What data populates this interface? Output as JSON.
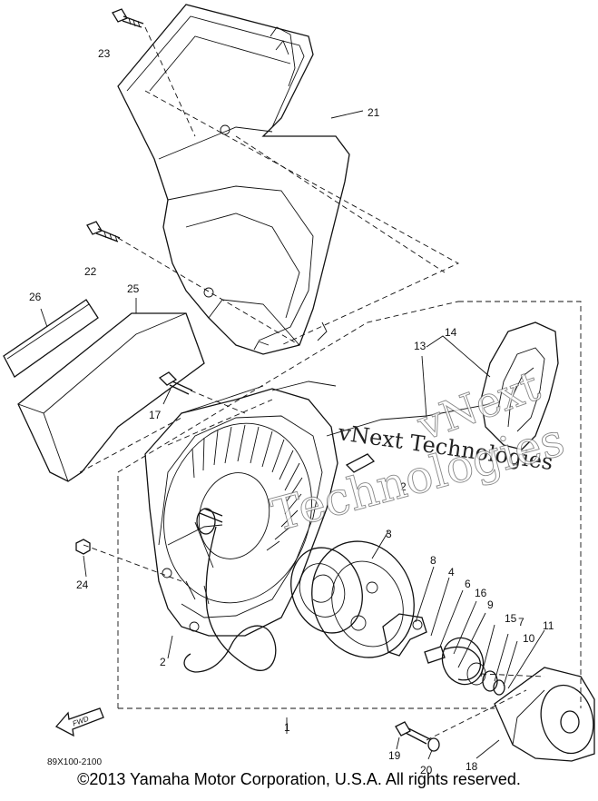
{
  "diagram": {
    "callouts": [
      "23",
      "21",
      "22",
      "25",
      "26",
      "14",
      "13",
      "17",
      "3",
      "8",
      "4",
      "6",
      "16",
      "9",
      "15",
      "7",
      "10",
      "11",
      "2",
      "24",
      "1",
      "19",
      "20",
      "18"
    ],
    "code": "89X100-2100",
    "fwd_label": "FWD"
  },
  "watermark": {
    "line1": "vNext Technologies",
    "line2": "vNext",
    "line3": "Technologies"
  },
  "footer": {
    "copyright": "©2013 Yamaha Motor Corporation, U.S.A. All rights reserved."
  }
}
